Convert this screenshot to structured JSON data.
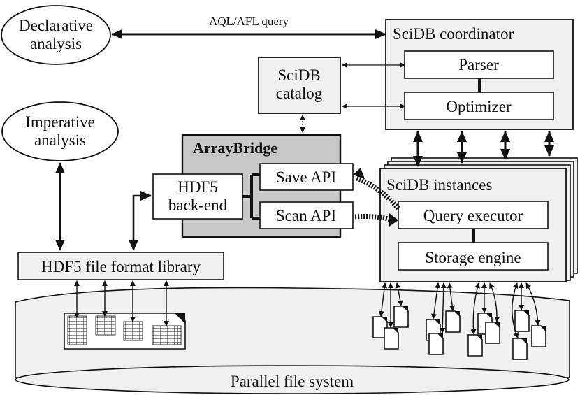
{
  "diagram": {
    "nodes": {
      "declarative": {
        "line1": "Declarative",
        "line2": "analysis"
      },
      "imperative": {
        "line1": "Imperative",
        "line2": "analysis"
      },
      "coordinator": {
        "title": "SciDB coordinator",
        "parser": "Parser",
        "optimizer": "Optimizer"
      },
      "catalog": {
        "line1": "SciDB",
        "line2": "catalog"
      },
      "arraybridge": {
        "title": "ArrayBridge",
        "save_api": "Save API",
        "scan_api": "Scan API"
      },
      "hdf5_backend": {
        "line1": "HDF5",
        "line2": "back-end"
      },
      "instances": {
        "title": "SciDB instances",
        "query_executor": "Query executor",
        "storage_engine": "Storage engine"
      },
      "hdf5_library": {
        "label": "HDF5 file format library"
      },
      "pfs": {
        "label": "Parallel file system"
      }
    },
    "edges": {
      "query_label": "AQL/AFL query"
    },
    "colors": {
      "box_fill": "#f0f0f0",
      "arraybridge_fill": "#c8c8c8",
      "inner_box_fill": "#ffffff",
      "stroke": "#111111"
    }
  }
}
